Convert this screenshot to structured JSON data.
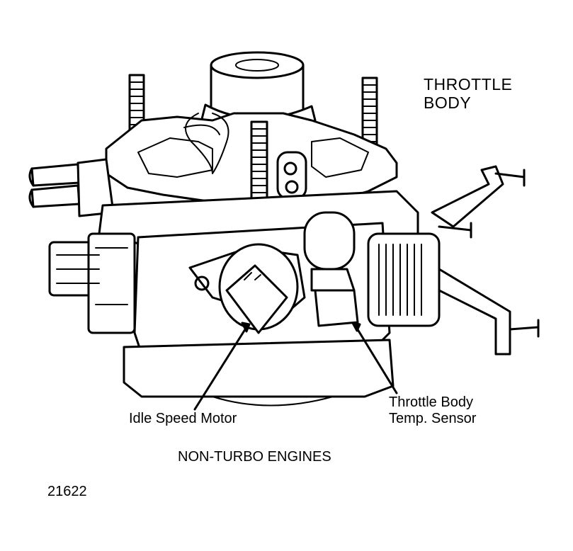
{
  "title": {
    "line1": "THROTTLE",
    "line2": "BODY"
  },
  "callouts": {
    "idle_speed_motor": "Idle Speed Motor",
    "temp_sensor_line1": "Throttle Body",
    "temp_sensor_line2": "Temp. Sensor"
  },
  "caption": "NON-TURBO ENGINES",
  "figure_number": "21622",
  "colors": {
    "ink": "#000000",
    "paper": "#ffffff"
  }
}
